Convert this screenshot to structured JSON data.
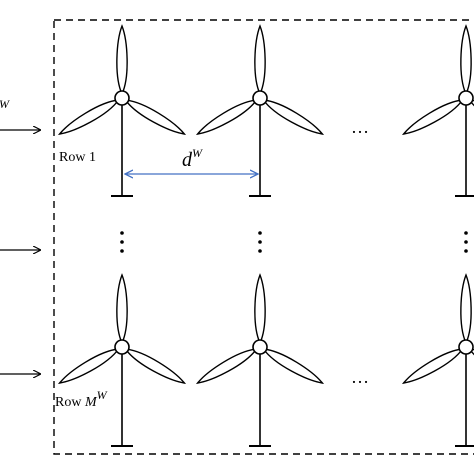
{
  "row_first": {
    "label": "Row 1"
  },
  "row_last": {
    "label": "Row ",
    "italic": "M",
    "sup": "W"
  },
  "distance": {
    "base": "d",
    "sup": "W"
  },
  "left_label": {
    "sup": "W"
  },
  "ellipsis": "…",
  "colors": {
    "line": "#000000",
    "dimension": "#4472c4"
  },
  "icon": "wind-turbine-icon"
}
